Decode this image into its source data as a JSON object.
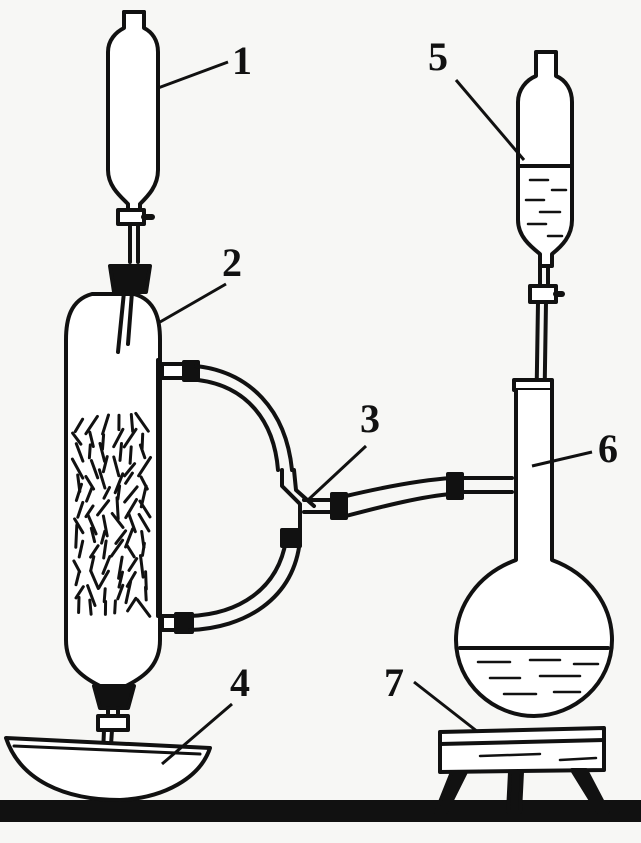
{
  "labels": {
    "l1": "1",
    "l2": "2",
    "l3": "3",
    "l4": "4",
    "l5": "5",
    "l6": "6",
    "l7": "7"
  },
  "colors": {
    "ink": "#111111",
    "background": "#f7f7f5"
  }
}
